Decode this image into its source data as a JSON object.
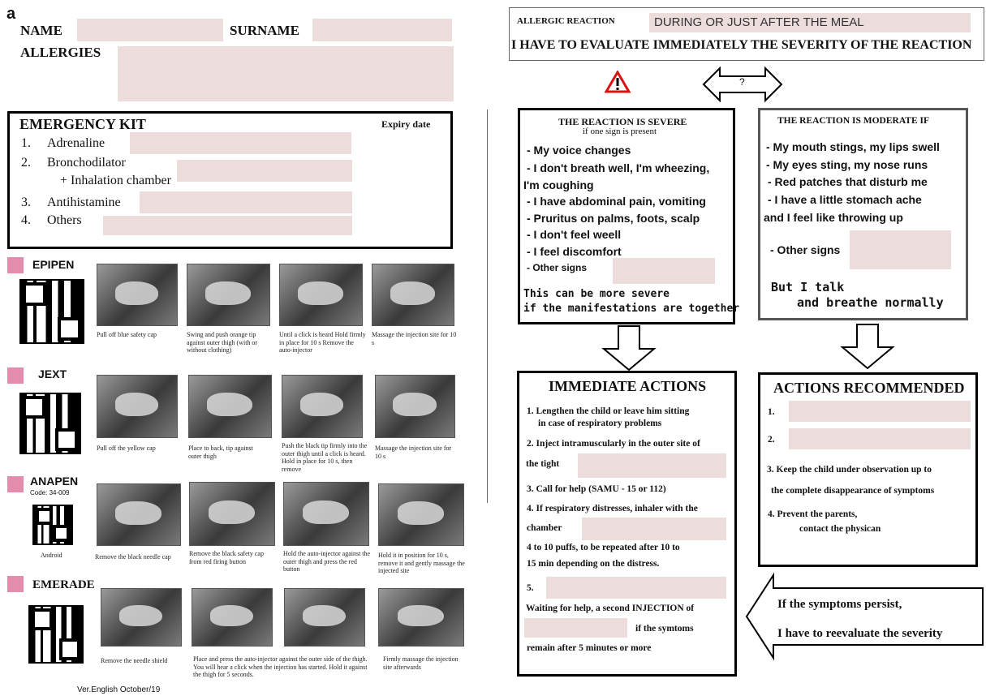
{
  "panel_letter": "a",
  "identity": {
    "name_label": "NAME",
    "surname_label": "SURNAME",
    "allergies_label": "ALLERGIES"
  },
  "kit": {
    "title": "EMERGENCY KIT",
    "expiry": "Expiry date",
    "items": [
      {
        "num": "1.",
        "label": "Adrenaline"
      },
      {
        "num": "2.",
        "label": "Bronchodilator"
      },
      {
        "num": "",
        "label": "+ Inhalation chamber"
      },
      {
        "num": "3.",
        "label": "Antihistamine"
      },
      {
        "num": "4.",
        "label": "Others"
      }
    ]
  },
  "devices": [
    {
      "name": "EPIPEN",
      "caps": [
        "Pull off blue safety cap",
        "Swing and push orange tip against outer thigh (with or without clothing)",
        "Until a click is heard Hold firmly in place for 10 s Remove the auto-injector",
        "Massage the injection site for 10 s"
      ]
    },
    {
      "name": "JEXT",
      "caps": [
        "Pull off the yellow cap",
        "Place to back, tip against outer thigh",
        "Push the black tip firmly into the outer thigh until a click is heard. Hold in place for 10 s, then remove",
        "Massage the injection site for 10 s"
      ]
    },
    {
      "name": "ANAPEN",
      "code": "Code: 34-009",
      "qr_label": "Android",
      "caps": [
        "Remove the black needle cap",
        "Remove the black safety cap from red firing button",
        "Hold the auto-injector against the outer thigh and press the red button",
        "Hold it in position for 10 s, remove it and gently massage the injected site"
      ]
    },
    {
      "name": "EMERADE",
      "caps": [
        "Remove the needle shield",
        "Place and press the auto-injector against the outer side of the thigh. You will hear a click when the injection has started. Hold it against the thigh for 5 seconds.",
        "Firmly massage the injection site afterwards"
      ]
    }
  ],
  "version": "Ver.English October/19",
  "header": {
    "label": "ALLERGIC REACTION",
    "value": "DURING OR JUST AFTER THE MEAL",
    "title": "I HAVE TO EVALUATE IMMEDIATELY THE SEVERITY OF THE REACTION",
    "question": "?"
  },
  "severe": {
    "title": "THE REACTION IS SEVERE",
    "subtitle": "if one sign is present",
    "signs": [
      "- My voice changes",
      "- I don't breath well, I'm wheezing,",
      "I'm coughing",
      "- I have abdominal pain, vomiting",
      "- Pruritus on palms, foots, scalp",
      "- I don't feel weell",
      "- I feel discomfort",
      "- Other signs"
    ],
    "note1": "This can be more severe",
    "note2": "if the manifestations are together"
  },
  "moderate": {
    "title": "THE REACTION IS MODERATE IF",
    "signs": [
      "- My mouth stings, my lips swell",
      "- My eyes sting, my nose runs",
      "- Red patches that disturb me",
      "- I have a little stomach ache",
      "and  I feel like throwing up",
      "- Other signs"
    ],
    "note1": "But I talk",
    "note2": "and breathe normally"
  },
  "immediate": {
    "title": "IMMEDIATE ACTIONS",
    "lines": [
      "1. Lengthen the child or leave him sitting",
      "in case of respiratory problems",
      "2. Inject intramuscularly in the outer site of",
      "the tight",
      "3. Call for help (SAMU - 15 or 112)",
      "4. If respiratory distresses, inhaler with the",
      "chamber",
      "4 to 10 puffs, to be repeated after 10 to",
      "15 min depending on the distress.",
      "5.",
      "Waiting for help, a second INJECTION of",
      "if the symtoms",
      "remain after 5 minutes or more"
    ]
  },
  "recommended": {
    "title": "ACTIONS RECOMMENDED",
    "lines": [
      "1.",
      "2.",
      "3.  Keep the child under observation up to",
      "the complete disappearance of symptoms",
      "4.  Prevent the parents,",
      "contact the physican"
    ]
  },
  "persist": {
    "line1": "If the symptoms persist,",
    "line2": "I have to reevaluate the severity"
  }
}
